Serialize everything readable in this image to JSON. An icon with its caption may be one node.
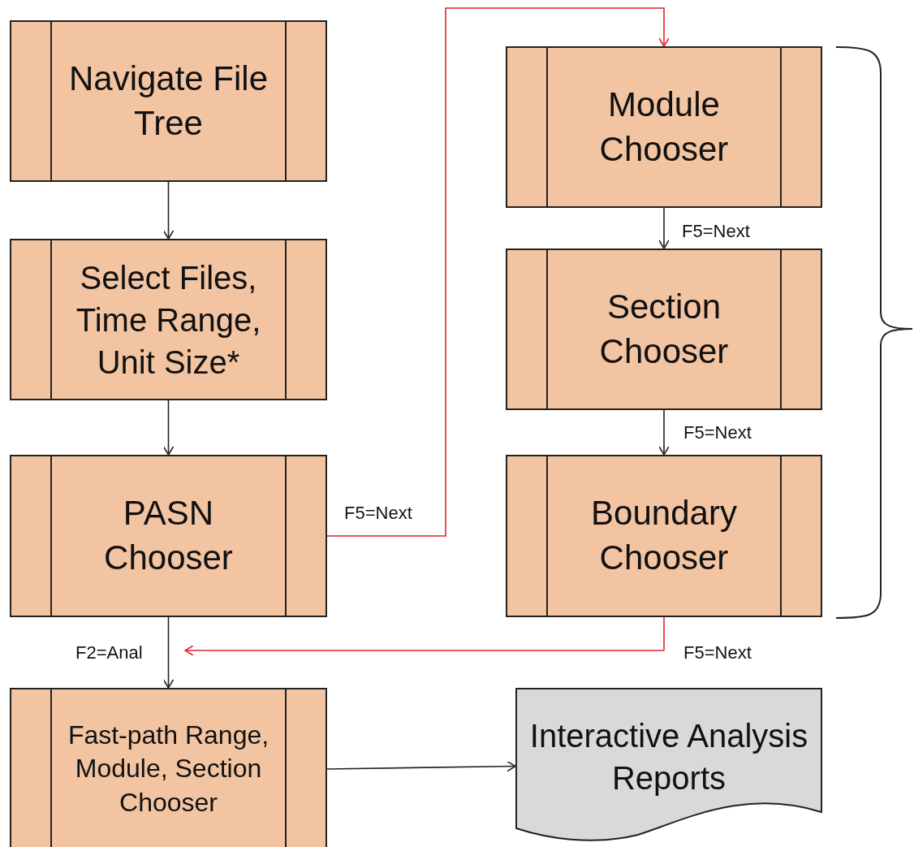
{
  "diagram": {
    "nodes": [
      {
        "text": [
          "Navigate File Tree"
        ]
      },
      {
        "text": [
          "Select Files, Time Range, Unit Size*"
        ]
      },
      {
        "text": [
          "PASN Chooser"
        ]
      },
      {
        "text": [
          "Module Chooser"
        ]
      },
      {
        "text": [
          "Section Chooser"
        ]
      },
      {
        "text": [
          "Boundary Chooser"
        ]
      },
      {
        "text": [
          "Fast-path Range, Module, Section Chooser"
        ]
      },
      {
        "text": [
          "Interactive Analysis Reports"
        ]
      }
    ],
    "edges": [
      {
        "from": 0,
        "to": 1,
        "arrow": "to"
      },
      {
        "from": 1,
        "to": 2,
        "arrow": "to"
      },
      {
        "from": 2,
        "to": 3,
        "arrow": "to",
        "label": "F5=Next",
        "color": "#e0262b"
      },
      {
        "from": 3,
        "to": 4,
        "arrow": "to",
        "label": "F5=Next"
      },
      {
        "from": 4,
        "to": 5,
        "arrow": "to",
        "label": "F5=Next"
      },
      {
        "from": 5,
        "to": null,
        "arrow": "to",
        "label": "F5=Next",
        "color": "#e0262b"
      },
      {
        "from": 2,
        "to": 6,
        "arrow": "to",
        "label": "F2=Anal"
      },
      {
        "from": 6,
        "to": 7,
        "arrow": "to"
      }
    ]
  }
}
